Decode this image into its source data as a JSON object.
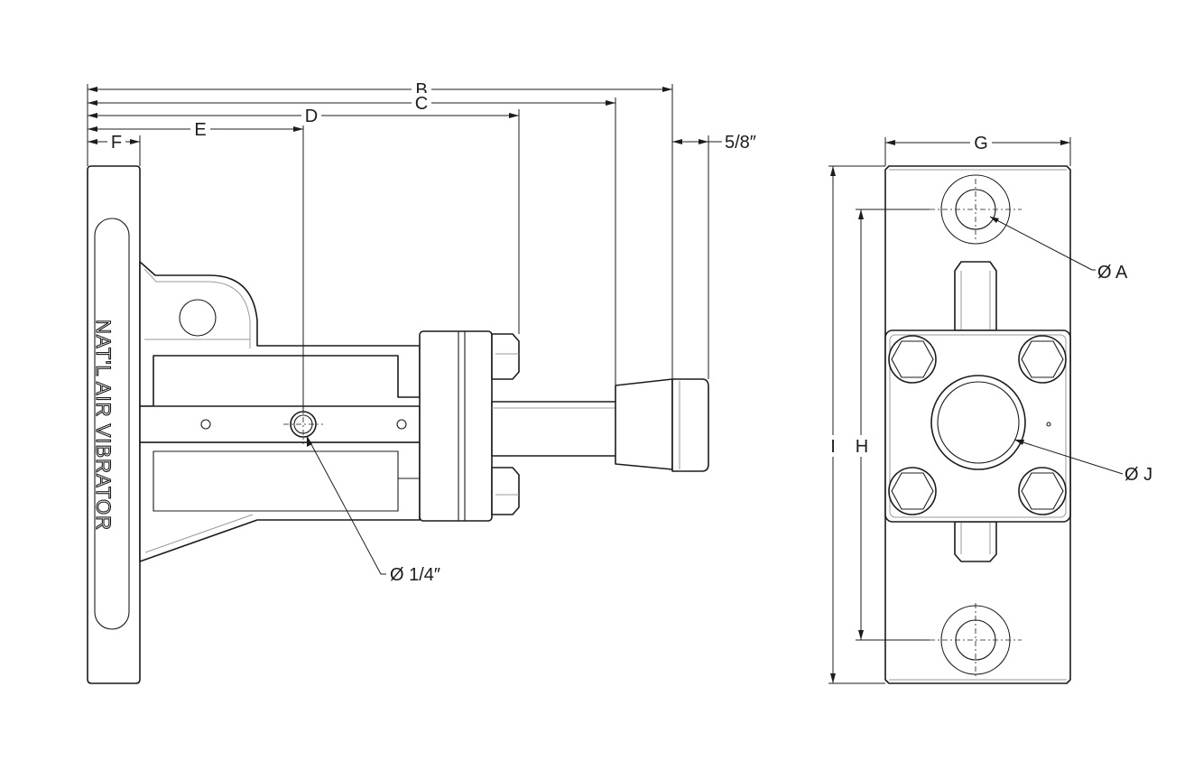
{
  "side_view": {
    "brand_text": "NAT'L AIR VIBRATOR",
    "dim_b": "B",
    "dim_c": "C",
    "dim_d": "D",
    "dim_e": "E",
    "dim_f": "F",
    "dim_stem": "5/8″",
    "dim_hole": "Ø 1/4″"
  },
  "front_view": {
    "dim_g": "G",
    "dim_h": "H",
    "dim_i": "I",
    "dim_a": "Ø A",
    "dim_j": "Ø J"
  }
}
